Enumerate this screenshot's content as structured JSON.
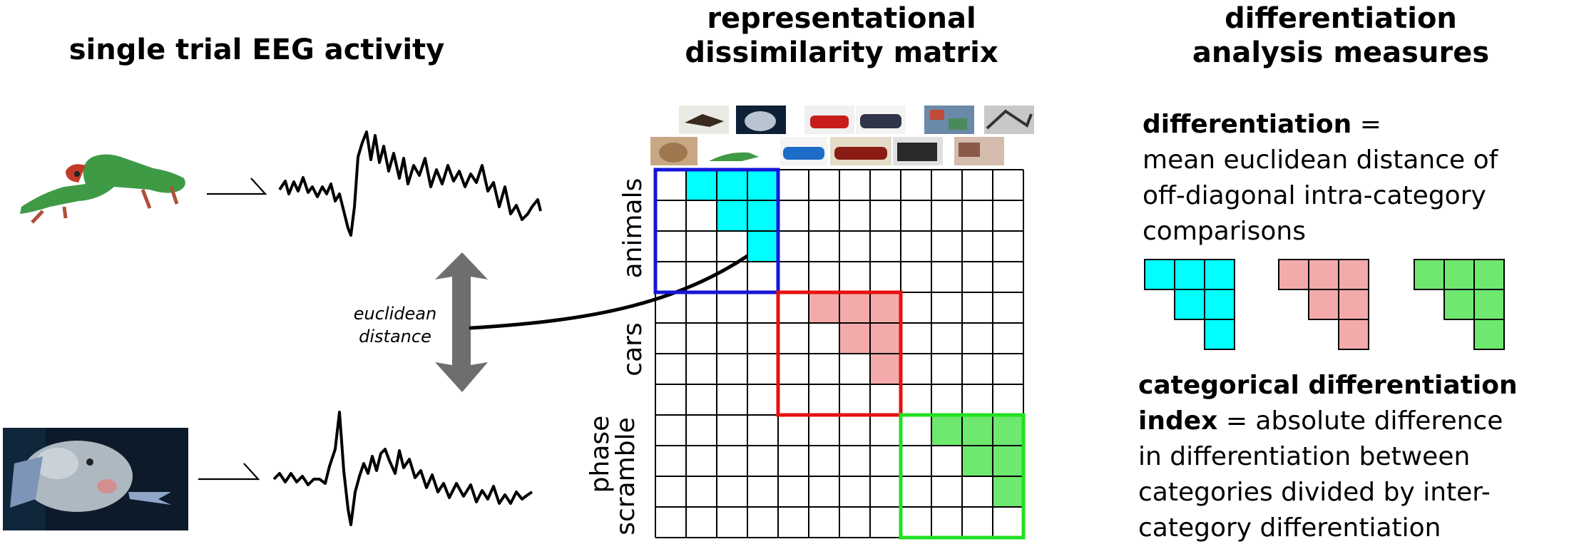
{
  "headings": {
    "eeg": "single trial EEG activity",
    "rdm_line1": "representational",
    "rdm_line2": "dissimilarity matrix",
    "diff_line1": "differentiation",
    "diff_line2": "analysis measures"
  },
  "euclidean": {
    "line1": "euclidean",
    "line2": "distance"
  },
  "categories": [
    "animals",
    "cars",
    "phase",
    "scramble"
  ],
  "definitions": {
    "differentiation_term": "differentiation",
    "differentiation_eq": " =",
    "differentiation_lines": [
      "mean euclidean distance of",
      "off-diagonal intra-category",
      "comparisons"
    ],
    "cdi_term": "categorical differentiation",
    "cdi_term2": "index",
    "cdi_eq": " = absolute difference",
    "cdi_lines": [
      "in differentiation between",
      "categories divided by inter-",
      "category differentiation"
    ]
  },
  "colors": {
    "animals_box": "#1515d8",
    "cars_box": "#e81010",
    "scramble_box": "#22e022",
    "animals_fill": "#00ffff",
    "cars_fill": "#f4aaaa",
    "scramble_fill": "#6ee86e",
    "arrow_gray": "#6e6e6e"
  },
  "icons": {
    "chameleon": "chameleon-photo",
    "fish": "boxfish-photo",
    "arrow": "double-arrow-icon"
  }
}
